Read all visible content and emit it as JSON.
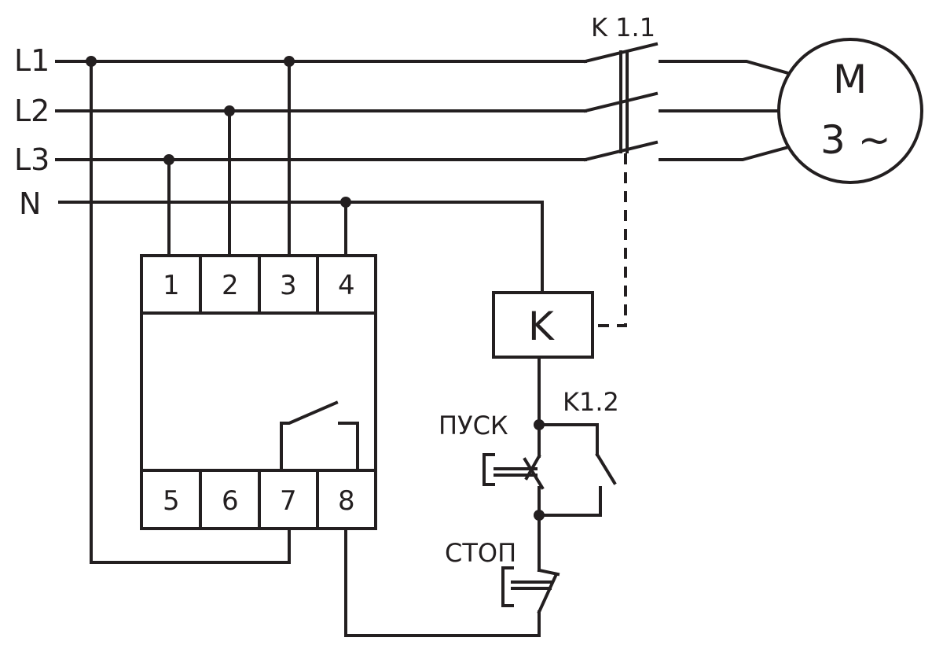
{
  "lines": {
    "l1": "L1",
    "l2": "L2",
    "l3": "L3",
    "n": "N"
  },
  "contactor": {
    "main_label": "K 1.1",
    "aux_label": "K1.2",
    "coil": "K"
  },
  "motor": {
    "line1": "M",
    "line2": "3 ~"
  },
  "relay": {
    "top_terminals": [
      "1",
      "2",
      "3",
      "4"
    ],
    "bottom_terminals": [
      "5",
      "6",
      "7",
      "8"
    ]
  },
  "buttons": {
    "start": "ПУСК",
    "stop": "СТОП"
  }
}
